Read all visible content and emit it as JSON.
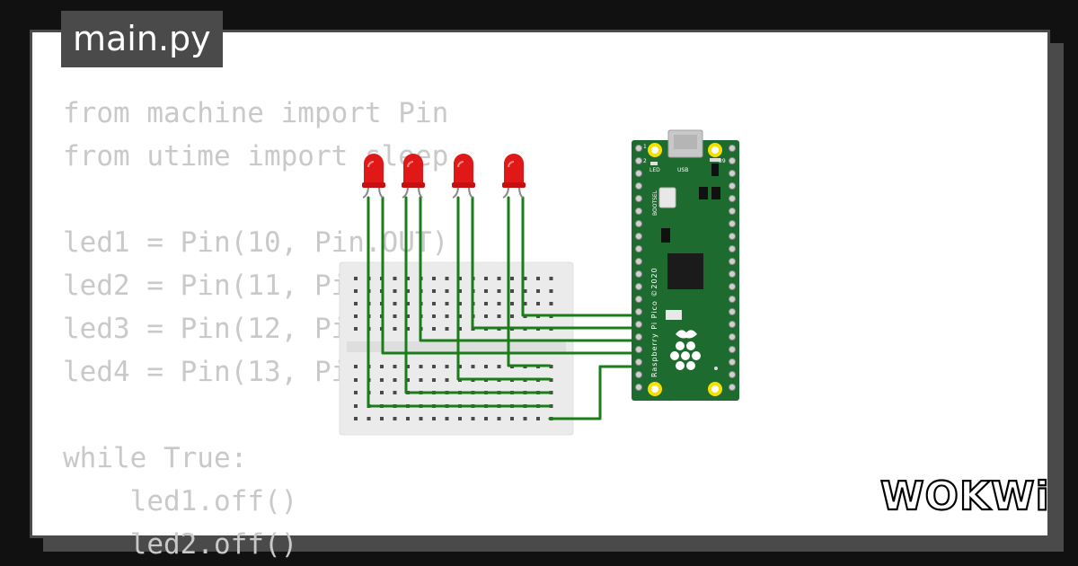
{
  "file_tab": {
    "label": "main.py"
  },
  "code_lines": [
    "from machine import Pin",
    "from utime import sleep",
    "",
    "led1 = Pin(10, Pin.OUT)",
    "led2 = Pin(11, Pin.OUT)",
    "led3 = Pin(12, Pin.OUT)",
    "led4 = Pin(13, Pin.OUT)",
    "",
    "while True:",
    "    led1.off()",
    "    led2.off()"
  ],
  "board": {
    "usb_label": "USB",
    "led_label": "LED",
    "bootsel_label": "BOOTSEL",
    "name_label": "Raspberry Pi Pico ©2020",
    "pin_label_1": "1",
    "pin_label_2": "2",
    "pin_label_39": "39"
  },
  "components": {
    "led_count": 4
  },
  "brand": {
    "logo": "WOKWi"
  },
  "colors": {
    "frame": "#4a4a4a",
    "background": "#111111",
    "wire": "#1a7d1a",
    "led": "#e01818",
    "pcb": "#1d6b2e",
    "code_text": "#c9c9c9"
  }
}
